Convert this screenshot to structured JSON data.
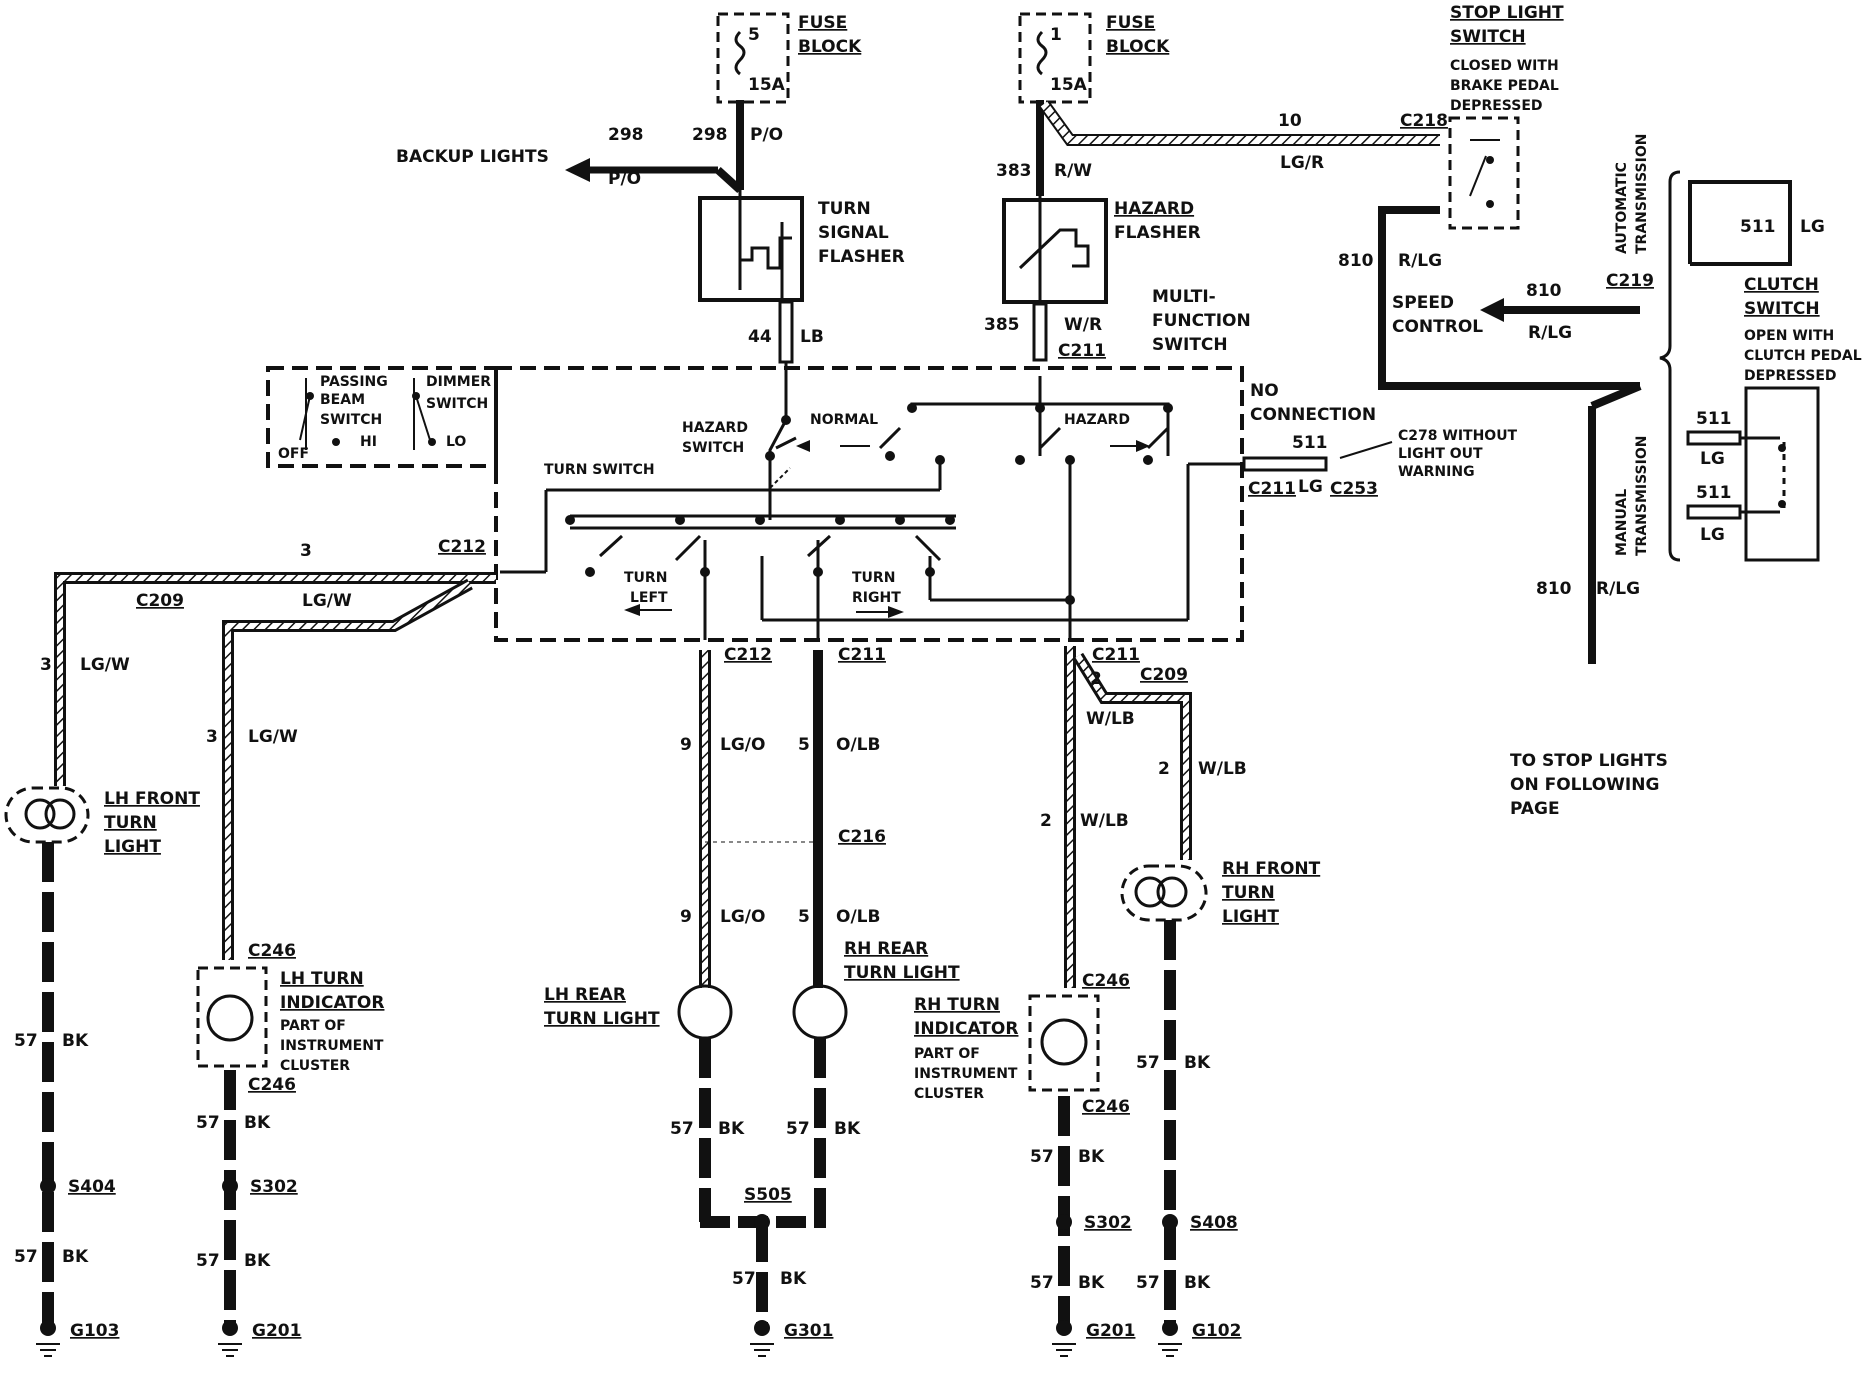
{
  "fuse_blocks": [
    {
      "id": "fb1",
      "title": [
        "FUSE",
        "BLOCK"
      ],
      "num": "5",
      "amp": "15A"
    },
    {
      "id": "fb2",
      "title": [
        "FUSE",
        "BLOCK"
      ],
      "num": "1",
      "amp": "15A"
    }
  ],
  "components": {
    "backup": "BACKUP LIGHTS",
    "turn_flasher": [
      "TURN",
      "SIGNAL",
      "FLASHER"
    ],
    "hazard_flasher": [
      "HAZARD",
      "FLASHER"
    ],
    "stop_switch": [
      "STOP LIGHT",
      "SWITCH",
      "CLOSED WITH",
      "BRAKE PEDAL",
      "DEPRESSED"
    ],
    "multifunction": [
      "MULTI-",
      "FUNCTION",
      "SWITCH"
    ],
    "passing": [
      "PASSING",
      "BEAM",
      "SWITCH"
    ],
    "dimmer": [
      "DIMMER",
      "SWITCH"
    ],
    "dim_off": "OFF",
    "dim_hi": "HI",
    "dim_lo": "LO",
    "hazard_switch": [
      "HAZARD",
      "SWITCH"
    ],
    "normal": "NORMAL",
    "hazard": "HAZARD",
    "turn_switch": "TURN SWITCH",
    "turn_left": [
      "TURN",
      "LEFT"
    ],
    "turn_right": [
      "TURN",
      "RIGHT"
    ],
    "no_connection": [
      "NO",
      "CONNECTION"
    ],
    "c278": [
      "C278 WITHOUT",
      "LIGHT OUT",
      "WARNING"
    ],
    "speed_control": [
      "SPEED",
      "CONTROL"
    ],
    "auto_trans": [
      "AUTOMATIC",
      "TRANSMISSION"
    ],
    "manual_trans": [
      "MANUAL",
      "TRANSMISSION"
    ],
    "clutch": [
      "CLUTCH",
      "SWITCH",
      "OPEN WITH",
      "CLUTCH PEDAL",
      "DEPRESSED"
    ],
    "lh_front": [
      "LH FRONT",
      "TURN",
      "LIGHT"
    ],
    "rh_front": [
      "RH FRONT",
      "TURN",
      "LIGHT"
    ],
    "lh_ind": [
      "LH TURN",
      "INDICATOR",
      "PART OF",
      "INSTRUMENT",
      "CLUSTER"
    ],
    "rh_ind": [
      "RH TURN",
      "INDICATOR",
      "PART OF",
      "INSTRUMENT",
      "CLUSTER"
    ],
    "lh_rear": [
      "LH REAR",
      "TURN LIGHT"
    ],
    "rh_rear": [
      "RH REAR",
      "TURN LIGHT"
    ],
    "to_stop": [
      "TO STOP LIGHTS",
      "ON FOLLOWING",
      "PAGE"
    ]
  },
  "wires": [
    {
      "id": "w298a",
      "circuit": "298",
      "color": "P/O"
    },
    {
      "id": "w298b",
      "circuit": "298",
      "color": "P/O"
    },
    {
      "id": "w383",
      "circuit": "383",
      "color": "R/W"
    },
    {
      "id": "w10",
      "circuit": "10",
      "color": "LG/R"
    },
    {
      "id": "w44",
      "circuit": "44",
      "color": "LB"
    },
    {
      "id": "w385",
      "circuit": "385",
      "color": "W/R"
    },
    {
      "id": "w810a",
      "circuit": "810",
      "color": "R/LG"
    },
    {
      "id": "w810b",
      "circuit": "810",
      "color": "R/LG"
    },
    {
      "id": "w810c",
      "circuit": "810",
      "color": "R/LG"
    },
    {
      "id": "w511a",
      "circuit": "511",
      "color": "LG"
    },
    {
      "id": "w511b",
      "circuit": "511",
      "color": "LG"
    },
    {
      "id": "w511c",
      "circuit": "511",
      "color": "LG"
    },
    {
      "id": "w511d",
      "circuit": "511",
      "color": "LG"
    },
    {
      "id": "w3a",
      "circuit": "3",
      "color": "LG/W"
    },
    {
      "id": "w3b",
      "circuit": "3",
      "color": "LG/W"
    },
    {
      "id": "w3c",
      "circuit": "3",
      "color": "LG/W"
    },
    {
      "id": "w9a",
      "circuit": "9",
      "color": "LG/O"
    },
    {
      "id": "w9b",
      "circuit": "9",
      "color": "LG/O"
    },
    {
      "id": "w5a",
      "circuit": "5",
      "color": "O/LB"
    },
    {
      "id": "w5b",
      "circuit": "5",
      "color": "O/LB"
    },
    {
      "id": "w2a",
      "circuit": "2",
      "color": "W/LB"
    },
    {
      "id": "w2b",
      "circuit": "2",
      "color": "W/LB"
    },
    {
      "id": "w2c",
      "circuit": "2",
      "color": "W/LB"
    },
    {
      "id": "w57",
      "circuit": "57",
      "color": "BK"
    }
  ],
  "connectors": {
    "C218": "C218",
    "C211": "C211",
    "C212": "C212",
    "C209": "C209",
    "C219": "C219",
    "C253": "C253",
    "C216": "C216",
    "C246": "C246"
  },
  "splices": {
    "S404": "S404",
    "S302": "S302",
    "S505": "S505",
    "S408": "S408"
  },
  "grounds": {
    "G103": "G103",
    "G201": "G201",
    "G301": "G301",
    "G102": "G102"
  }
}
